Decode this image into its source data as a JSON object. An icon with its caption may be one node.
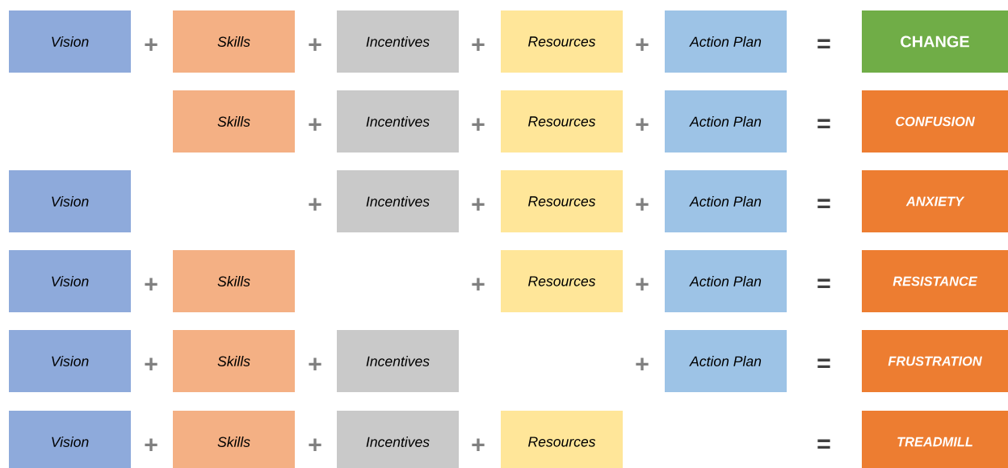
{
  "diagram": {
    "nodes": [
      {
        "text": [
          "Vision"
        ]
      },
      {
        "text": [
          "Skills"
        ]
      },
      {
        "text": [
          "Incentives"
        ]
      },
      {
        "text": [
          "Resources"
        ]
      },
      {
        "text": [
          "Action Plan"
        ]
      },
      {
        "text": [
          "CHANGE"
        ]
      },
      {
        "text": [
          "Skills"
        ]
      },
      {
        "text": [
          "Incentives"
        ]
      },
      {
        "text": [
          "Resources"
        ]
      },
      {
        "text": [
          "Action Plan"
        ]
      },
      {
        "text": [
          "CONFUSION"
        ]
      },
      {
        "text": [
          "Vision"
        ]
      },
      {
        "text": [
          "Incentives"
        ]
      },
      {
        "text": [
          "Resources"
        ]
      },
      {
        "text": [
          "Action Plan"
        ]
      },
      {
        "text": [
          "ANXIETY"
        ]
      },
      {
        "text": [
          "Vision"
        ]
      },
      {
        "text": [
          "Skills"
        ]
      },
      {
        "text": [
          "Resources"
        ]
      },
      {
        "text": [
          "Action Plan"
        ]
      },
      {
        "text": [
          "RESISTANCE"
        ]
      },
      {
        "text": [
          "Vision"
        ]
      },
      {
        "text": [
          "Skills"
        ]
      },
      {
        "text": [
          "Incentives"
        ]
      },
      {
        "text": [
          "Action Plan"
        ]
      },
      {
        "text": [
          "FRUSTRATION"
        ]
      },
      {
        "text": [
          "Vision"
        ]
      },
      {
        "text": [
          "Skills"
        ]
      },
      {
        "text": [
          "Incentives"
        ]
      },
      {
        "text": [
          "Resources"
        ]
      },
      {
        "text": [
          "TREADMILL"
        ]
      }
    ],
    "labels": [
      "+",
      "+",
      "+",
      "+",
      "=",
      "+",
      "+",
      "+",
      "=",
      "+",
      "+",
      "+",
      "=",
      "+",
      "+",
      "+",
      "=",
      "+",
      "+",
      "+",
      "=",
      "+",
      "+",
      "+",
      "="
    ]
  }
}
